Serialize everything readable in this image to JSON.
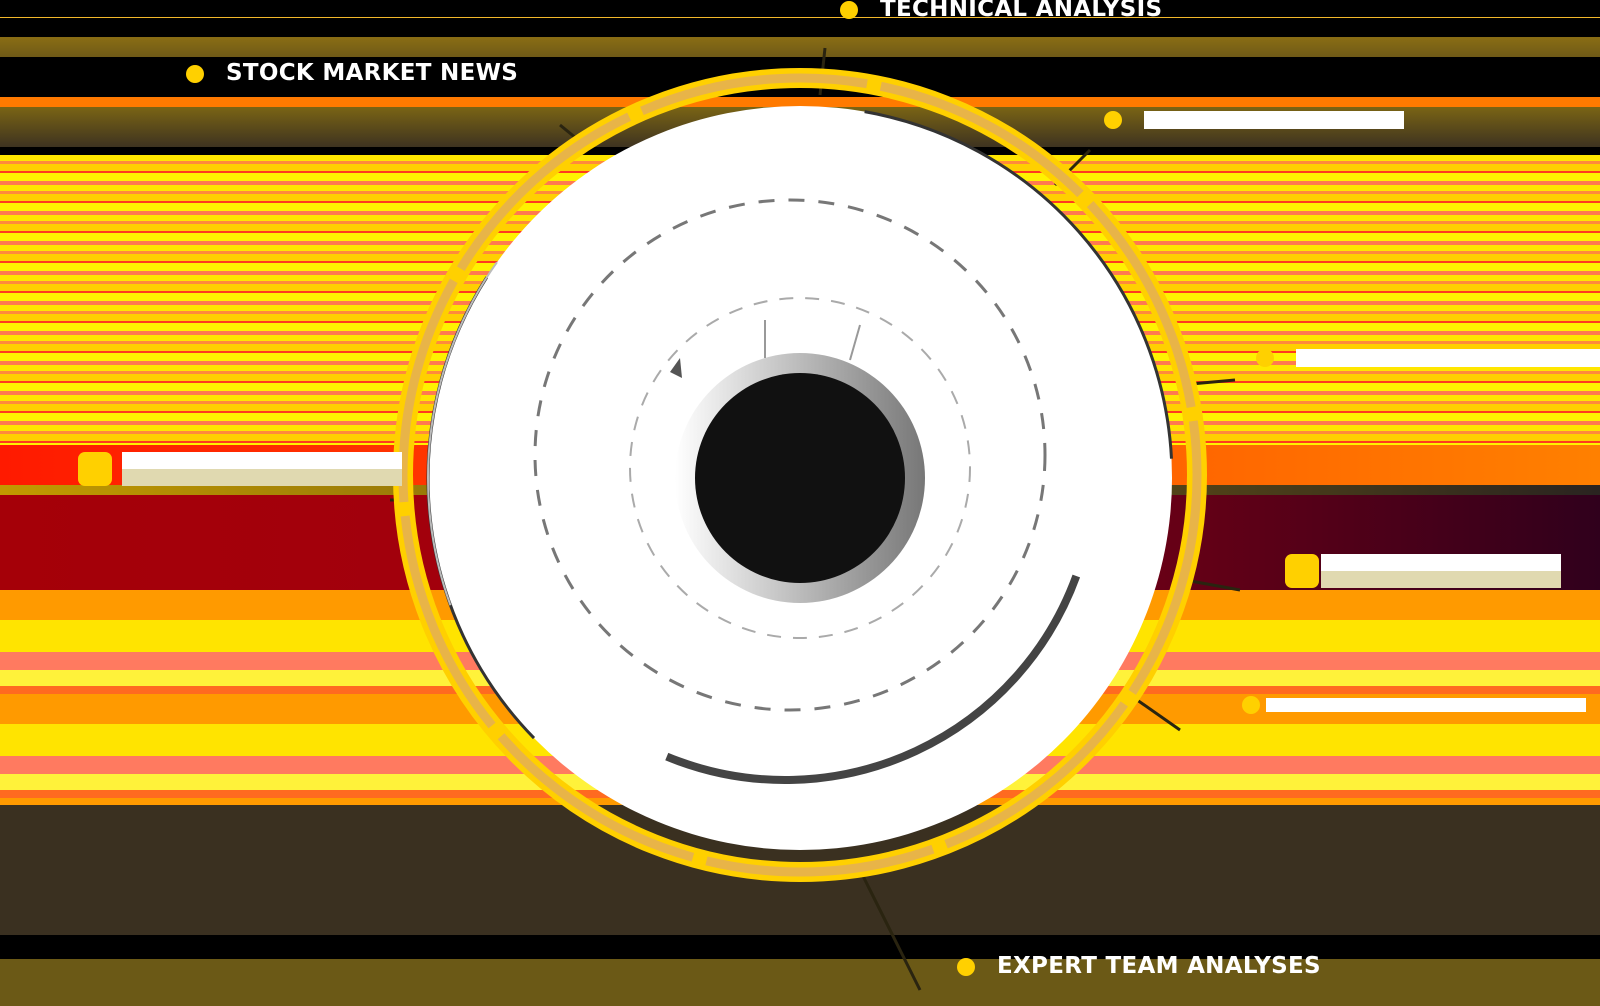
{
  "diagram": {
    "title": "",
    "center": {
      "icon": "circle-core-icon"
    },
    "labels": [
      {
        "id": "technical-analysis",
        "text": "TECHNICAL ANALYSIS",
        "legible": true
      },
      {
        "id": "stock-market-news",
        "text": "STOCK MARKET NEWS",
        "legible": true
      },
      {
        "id": "top-right-item",
        "text": "",
        "legible": false
      },
      {
        "id": "right-upper-item",
        "text": "",
        "legible": false
      },
      {
        "id": "left-item",
        "text": "",
        "legible": false
      },
      {
        "id": "right-middle-item",
        "text": "",
        "legible": false
      },
      {
        "id": "right-lower-item",
        "text": "",
        "legible": false
      },
      {
        "id": "expert-team-analyses",
        "text": "EXPERT TEAM ANALYSES",
        "legible": true
      }
    ]
  },
  "colors": {
    "accent": "#FFD000",
    "ring_inner": "#E8B448",
    "dark_bg": "#000000",
    "olive": "#7A6414",
    "brown": "#3A3020",
    "label_text": "#FFFFFF"
  }
}
